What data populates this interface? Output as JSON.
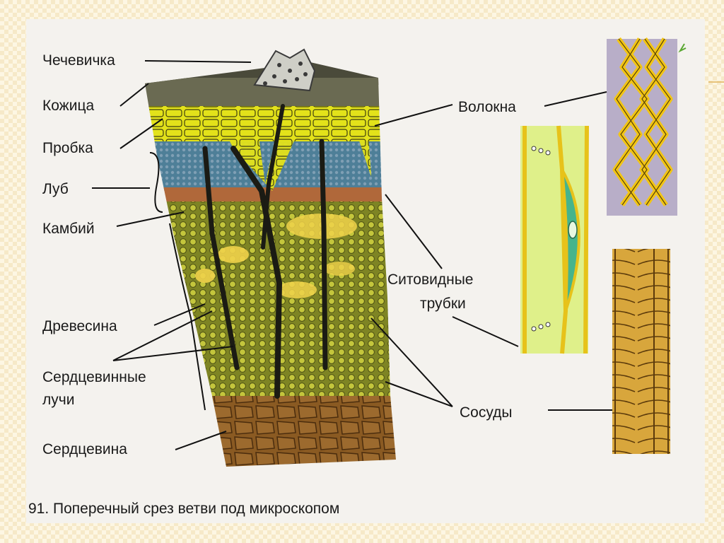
{
  "labels": {
    "chechevichka": "Чечевичка",
    "kozhitsa": "Кожица",
    "probka": "Пробка",
    "lub": "Луб",
    "kambiy": "Камбий",
    "drevesina": "Древесина",
    "serdtsevinnye_1": "Сердцевинные",
    "serdtsevinnye_2": "лучи",
    "serdtsevina": "Сердцевина",
    "volokna": "Волокна",
    "sitovidnye_1": "Ситовидные",
    "sitovidnye_2": "трубки",
    "sosudy": "Сосуды"
  },
  "caption": "91. Поперечный срез ветви под микроскопом",
  "colors": {
    "frame": "#fdf6e3",
    "panel": "#f4f2ee",
    "cork": "#e3e21a",
    "phloem": "#4e7f98",
    "cambium": "#b0683a",
    "wood": "#9ea22a",
    "pith": "#8a5a22",
    "fiber": "#f2c514",
    "vessel": "#d8a63c",
    "sieve": "#dff08a"
  }
}
